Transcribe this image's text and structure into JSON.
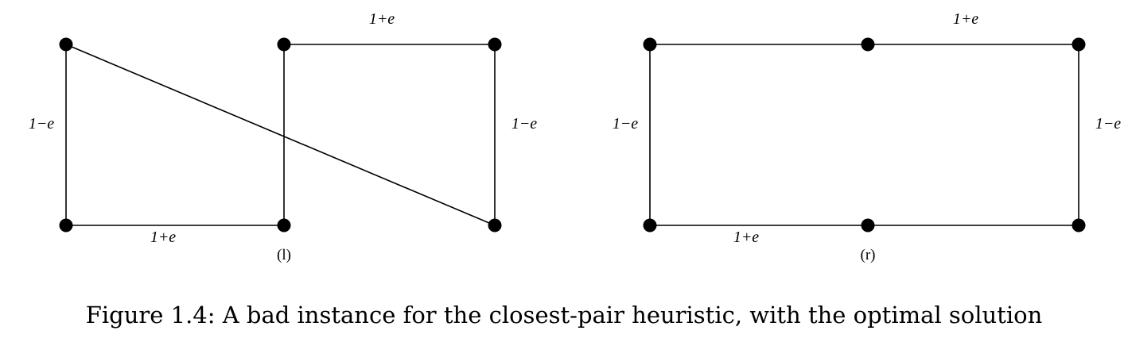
{
  "diagrams": [
    {
      "id": "l",
      "sublabel": "(l)",
      "nodes": [
        {
          "id": "A",
          "x": 0,
          "y": 0
        },
        {
          "id": "B",
          "x": 0,
          "y": 1
        },
        {
          "id": "C",
          "x": 1,
          "y": 1
        },
        {
          "id": "D",
          "x": 1,
          "y": 0
        },
        {
          "id": "E",
          "x": 2,
          "y": 0
        },
        {
          "id": "F",
          "x": 2,
          "y": 1
        }
      ],
      "edges": [
        {
          "from": "A",
          "to": "B",
          "label": "1−e"
        },
        {
          "from": "B",
          "to": "C",
          "label": "1+e"
        },
        {
          "from": "D",
          "to": "E",
          "label": "1+e"
        },
        {
          "from": "E",
          "to": "F",
          "label": "1−e"
        },
        {
          "from": "C",
          "to": "D",
          "label": ""
        },
        {
          "from": "A",
          "to": "F",
          "label": ""
        }
      ]
    },
    {
      "id": "r",
      "sublabel": "(r)",
      "nodes": [
        {
          "id": "A",
          "x": 0,
          "y": 0
        },
        {
          "id": "B",
          "x": 0,
          "y": 1
        },
        {
          "id": "C",
          "x": 1,
          "y": 1
        },
        {
          "id": "D",
          "x": 1,
          "y": 0
        },
        {
          "id": "E",
          "x": 2,
          "y": 0
        },
        {
          "id": "F",
          "x": 2,
          "y": 1
        }
      ],
      "edges": [
        {
          "from": "A",
          "to": "B",
          "label": "1−e"
        },
        {
          "from": "B",
          "to": "C",
          "label": "1+e"
        },
        {
          "from": "C",
          "to": "F",
          "label": ""
        },
        {
          "from": "F",
          "to": "E",
          "label": "1−e"
        },
        {
          "from": "E",
          "to": "D",
          "label": "1+e"
        },
        {
          "from": "D",
          "to": "A",
          "label": ""
        }
      ]
    }
  ],
  "caption": "Figure 1.4: A bad instance for the closest-pair heuristic, with the optimal solution"
}
